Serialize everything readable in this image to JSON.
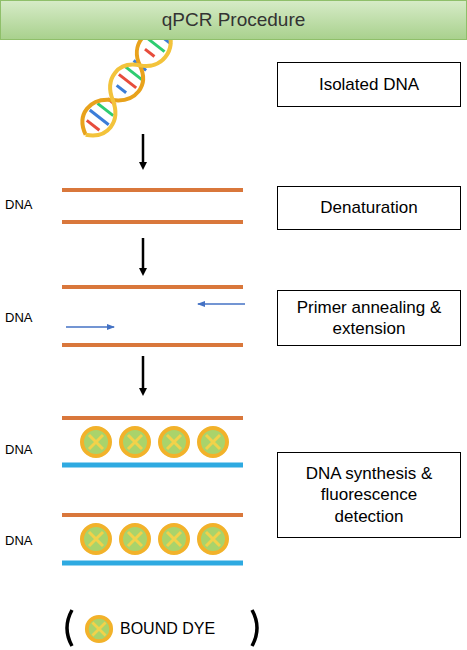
{
  "diagram": {
    "title": "qPCR Procedure",
    "nodes": [
      {
        "text": [
          "Isolated DNA"
        ]
      },
      {
        "text": [
          "Denaturation"
        ]
      },
      {
        "text": [
          "Primer annealing & extension"
        ]
      },
      {
        "text": [
          "DNA synthesis & fluorescence detection"
        ]
      }
    ],
    "labels": [
      "DNA",
      "DNA",
      "DNA",
      "DNA"
    ],
    "legend": [
      {
        "text": "BOUND DYE"
      }
    ]
  }
}
